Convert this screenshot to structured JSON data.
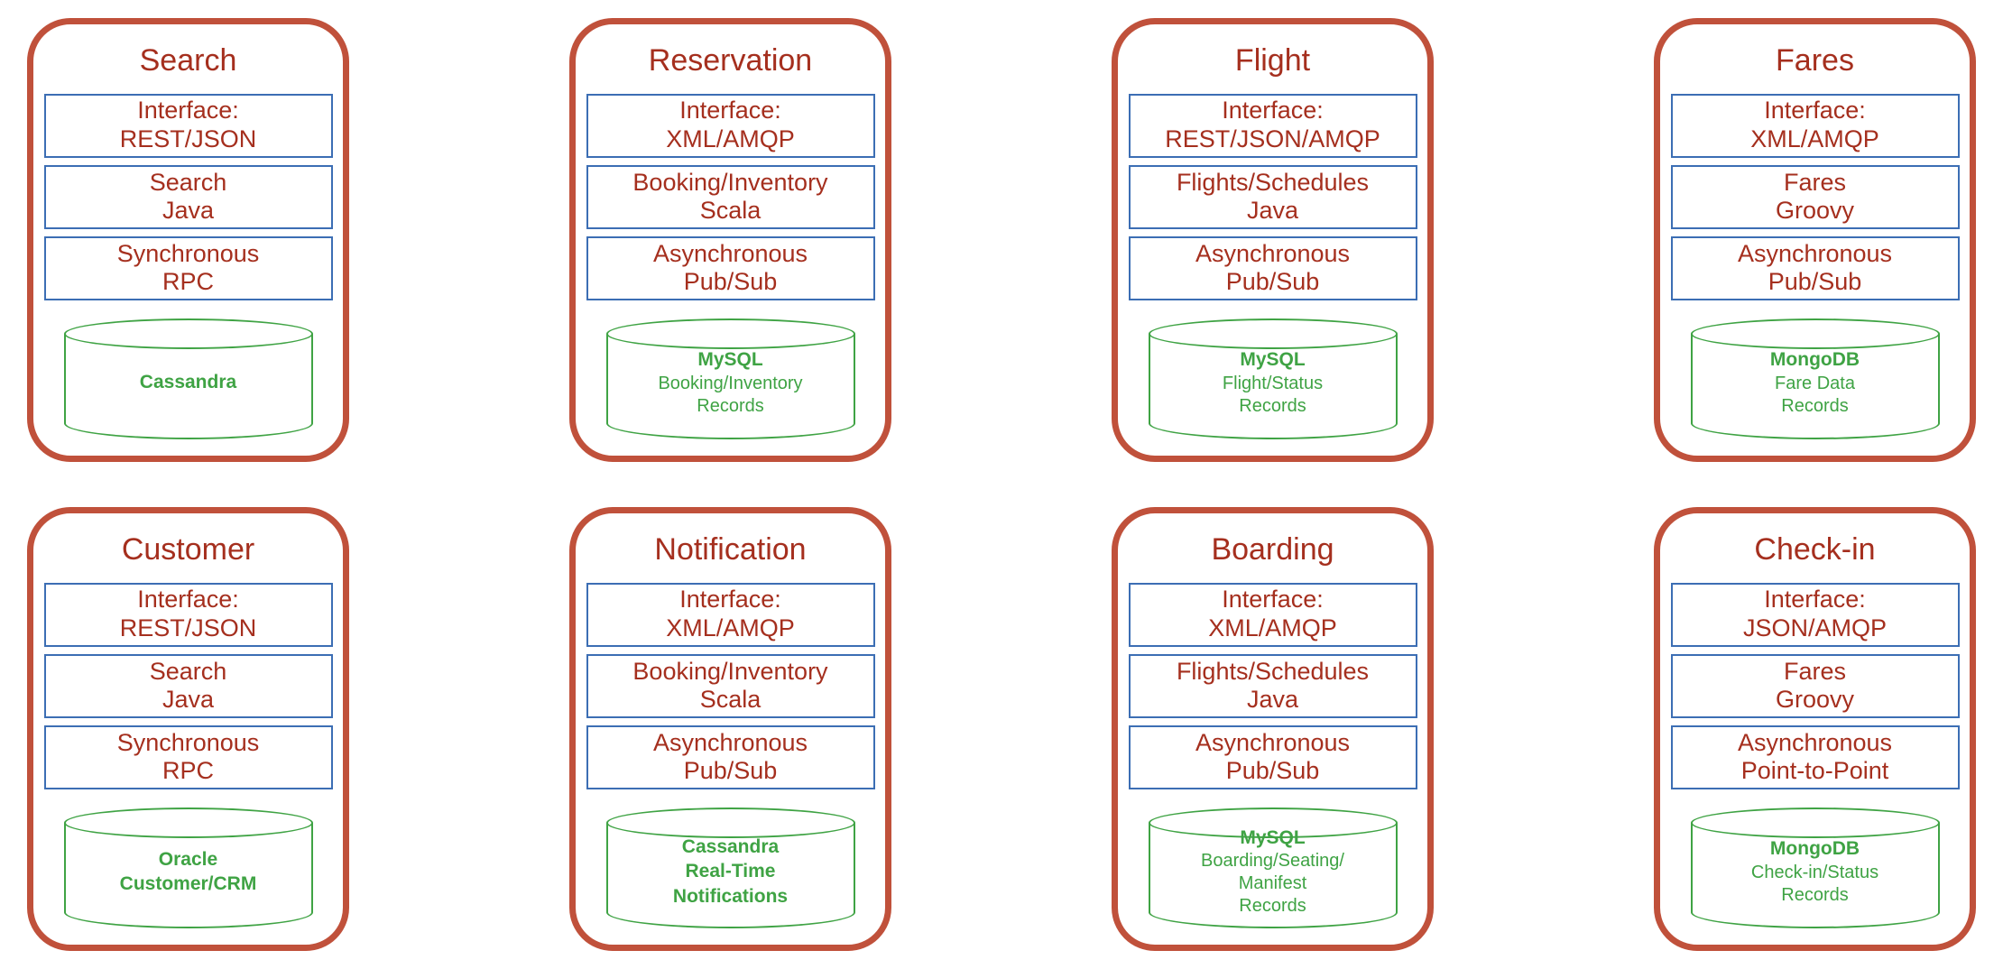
{
  "colors": {
    "card_border": "#c0513b",
    "heading_text": "#a52f1e",
    "box_border": "#3c6eb4",
    "box_text": "#a52f1e",
    "database_color": "#3fa344"
  },
  "services": [
    {
      "title": "Search",
      "boxes": [
        {
          "line1": "Interface:",
          "line2": "REST/JSON"
        },
        {
          "line1": "Search",
          "line2": "Java"
        },
        {
          "line1": "Synchronous",
          "line2": "RPC"
        }
      ],
      "db_name": "Cassandra",
      "db_detail": ""
    },
    {
      "title": "Reservation",
      "boxes": [
        {
          "line1": "Interface:",
          "line2": "XML/AMQP"
        },
        {
          "line1": "Booking/Inventory",
          "line2": "Scala"
        },
        {
          "line1": "Asynchronous",
          "line2": "Pub/Sub"
        }
      ],
      "db_name": "MySQL",
      "db_detail": "Booking/Inventory\nRecords"
    },
    {
      "title": "Flight",
      "boxes": [
        {
          "line1": "Interface:",
          "line2": "REST/JSON/AMQP"
        },
        {
          "line1": "Flights/Schedules",
          "line2": "Java"
        },
        {
          "line1": "Asynchronous",
          "line2": "Pub/Sub"
        }
      ],
      "db_name": "MySQL",
      "db_detail": "Flight/Status\nRecords"
    },
    {
      "title": "Fares",
      "boxes": [
        {
          "line1": "Interface:",
          "line2": "XML/AMQP"
        },
        {
          "line1": "Fares",
          "line2": "Groovy"
        },
        {
          "line1": "Asynchronous",
          "line2": "Pub/Sub"
        }
      ],
      "db_name": "MongoDB",
      "db_detail": "Fare Data\nRecords"
    },
    {
      "title": "Customer",
      "boxes": [
        {
          "line1": "Interface:",
          "line2": "REST/JSON"
        },
        {
          "line1": "Search",
          "line2": "Java"
        },
        {
          "line1": "Synchronous",
          "line2": "RPC"
        }
      ],
      "db_name": "Oracle\nCustomer/CRM",
      "db_detail": ""
    },
    {
      "title": "Notification",
      "boxes": [
        {
          "line1": "Interface:",
          "line2": "XML/AMQP"
        },
        {
          "line1": "Booking/Inventory",
          "line2": "Scala"
        },
        {
          "line1": "Asynchronous",
          "line2": "Pub/Sub"
        }
      ],
      "db_name": "Cassandra\nReal-Time\nNotifications",
      "db_detail": ""
    },
    {
      "title": "Boarding",
      "boxes": [
        {
          "line1": "Interface:",
          "line2": "XML/AMQP"
        },
        {
          "line1": "Flights/Schedules",
          "line2": "Java"
        },
        {
          "line1": "Asynchronous",
          "line2": "Pub/Sub"
        }
      ],
      "db_name": "MySQL",
      "db_detail": "Boarding/Seating/\nManifest\nRecords"
    },
    {
      "title": "Check-in",
      "boxes": [
        {
          "line1": "Interface:",
          "line2": "JSON/AMQP"
        },
        {
          "line1": "Fares",
          "line2": "Groovy"
        },
        {
          "line1": "Asynchronous",
          "line2": "Point-to-Point"
        }
      ],
      "db_name": "MongoDB",
      "db_detail": "Check-in/Status\nRecords"
    }
  ]
}
